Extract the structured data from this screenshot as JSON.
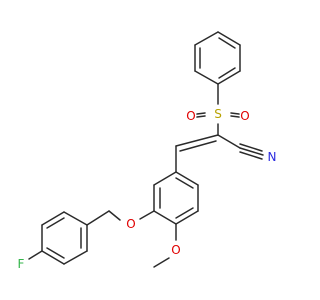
{
  "structure": {
    "atoms": {
      "sulfur": {
        "symbol": "S",
        "color": "#b8a200"
      },
      "sulfonyl_oxygen_left": {
        "symbol": "O",
        "color": "#e00000"
      },
      "sulfonyl_oxygen_right": {
        "symbol": "O",
        "color": "#e00000"
      },
      "nitrile_nitrogen": {
        "symbol": "N",
        "color": "#2a2ae0"
      },
      "ether_oxygen": {
        "symbol": "O",
        "color": "#e00000"
      },
      "methoxy_oxygen": {
        "symbol": "O",
        "color": "#e00000"
      },
      "fluorine": {
        "symbol": "F",
        "color": "#33b54a"
      }
    },
    "bond_color": "#2b2b2b"
  }
}
